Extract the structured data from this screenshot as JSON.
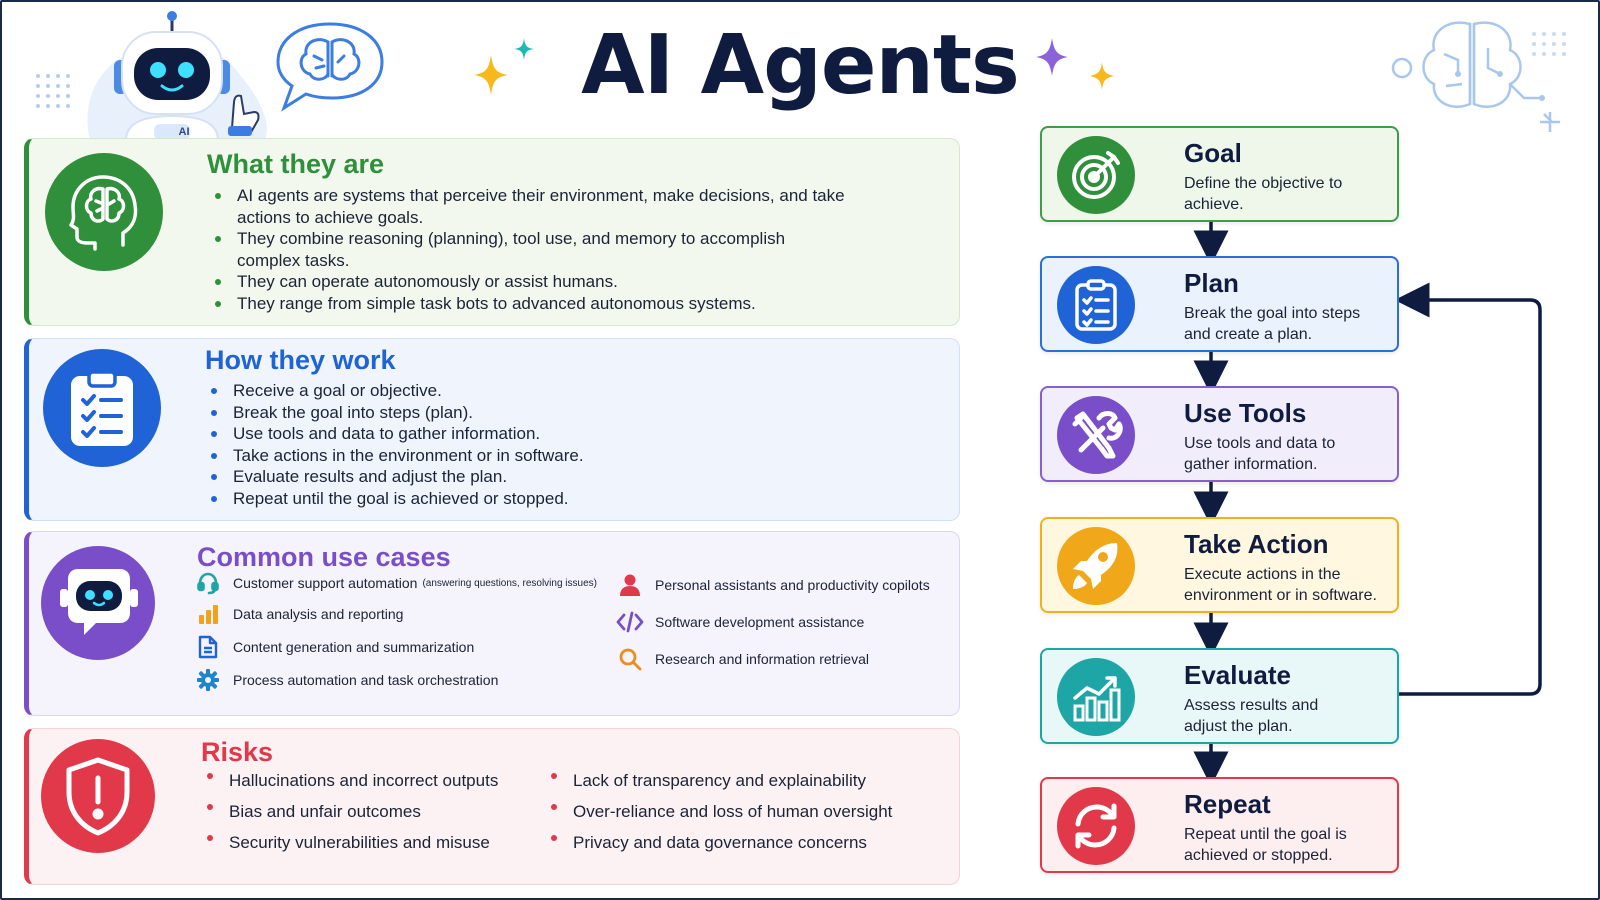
{
  "title": "AI Agents",
  "colors": {
    "navy": "#0f1c3f",
    "green": "#2f8f3a",
    "blue": "#1f63d6",
    "purple": "#7a4ec8",
    "red": "#e2394a",
    "orange": "#f0b21a",
    "teal": "#1ea5a5"
  },
  "header": {
    "mascot_icon": "robot-mascot-icon",
    "mascot_badge": "AI",
    "speech_icon": "brain-speech-bubble-icon",
    "corner_icon": "circuit-brain-icon"
  },
  "what_they_are": {
    "title": "What they are",
    "icon": "head-brain-icon",
    "bullets": [
      "AI agents are systems that perceive their environment, make decisions, and take actions to achieve goals.",
      "They combine reasoning (planning), tool use, and memory to accomplish complex tasks.",
      "They can operate autonomously or assist humans.",
      "They range from simple task bots to advanced autonomous systems."
    ]
  },
  "how_they_work": {
    "title": "How they work",
    "icon": "clipboard-checklist-icon",
    "bullets": [
      "Receive a goal or objective.",
      "Break the goal into steps (plan).",
      "Use tools and data to gather information.",
      "Take actions in the environment or in software.",
      "Evaluate results and adjust the plan.",
      "Repeat until the goal is achieved or stopped."
    ]
  },
  "use_cases": {
    "title": "Common use cases",
    "icon": "chatbot-icon",
    "left": [
      {
        "label": "Customer support automation",
        "note": "(answering questions, resolving issues)",
        "icon": "headset-icon"
      },
      {
        "label": "Data analysis and reporting",
        "icon": "bar-chart-icon"
      },
      {
        "label": "Content generation and summarization",
        "icon": "document-icon"
      },
      {
        "label": "Process automation and task orchestration",
        "icon": "gear-icon"
      }
    ],
    "right": [
      {
        "label": "Personal assistants and productivity copilots",
        "icon": "person-icon"
      },
      {
        "label": "Software development assistance",
        "icon": "code-icon"
      },
      {
        "label": "Research and information retrieval",
        "icon": "magnifier-icon"
      }
    ]
  },
  "risks": {
    "title": "Risks",
    "icon": "shield-warning-icon",
    "left": [
      "Hallucinations and incorrect outputs",
      "Bias and unfair outcomes",
      "Security vulnerabilities and misuse"
    ],
    "right": [
      "Lack of transparency and explainability",
      "Over-reliance and loss of human oversight",
      "Privacy and data governance concerns"
    ]
  },
  "flow": {
    "loop_from": "Evaluate",
    "loop_to": "Plan",
    "steps": [
      {
        "title": "Goal",
        "desc": "Define the objective to achieve.",
        "icon": "target-icon",
        "color": "#3f9d47"
      },
      {
        "title": "Plan",
        "desc": "Break the goal into steps and create a plan.",
        "icon": "checklist-icon",
        "color": "#2b6fd8"
      },
      {
        "title": "Use Tools",
        "desc": "Use tools and data to gather information.",
        "icon": "tools-icon",
        "color": "#8660cf"
      },
      {
        "title": "Take Action",
        "desc": "Execute actions in the environment or in software.",
        "icon": "rocket-icon",
        "color": "#f0b21a"
      },
      {
        "title": "Evaluate",
        "desc": "Assess results and adjust the plan.",
        "icon": "growth-chart-icon",
        "color": "#1ea5a5"
      },
      {
        "title": "Repeat",
        "desc": "Repeat until the goal is achieved or stopped.",
        "icon": "cycle-arrows-icon",
        "color": "#e2394a"
      }
    ]
  }
}
